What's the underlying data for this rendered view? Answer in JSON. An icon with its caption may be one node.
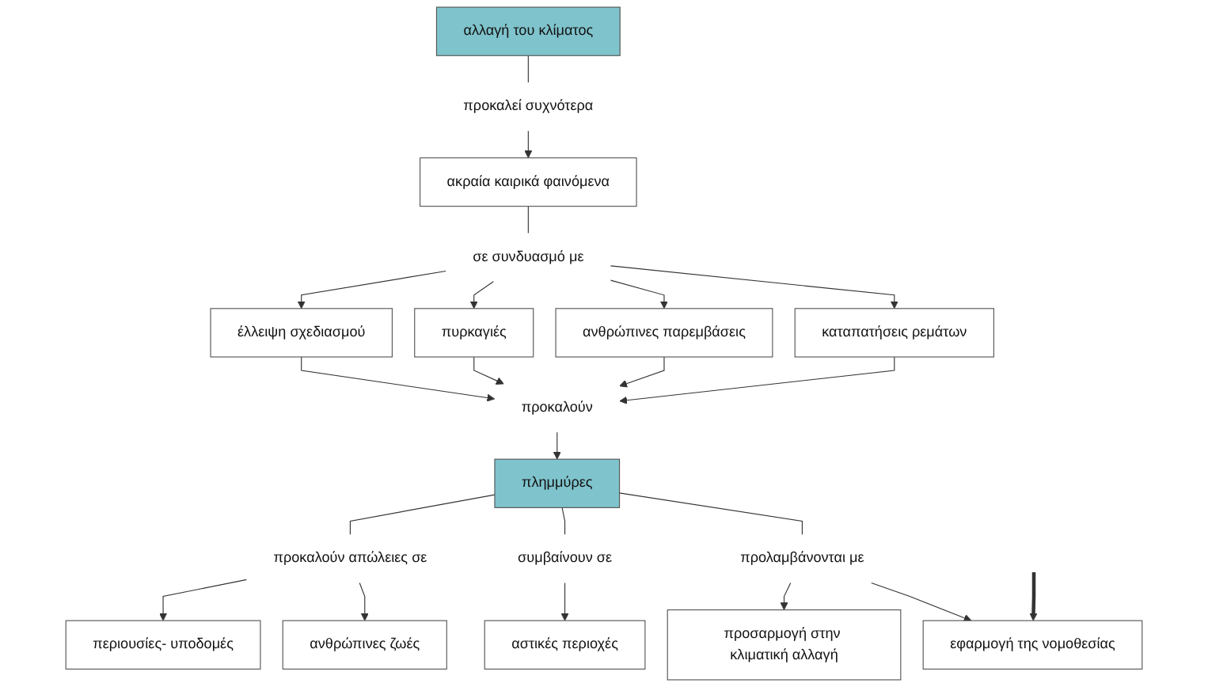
{
  "diagram": {
    "nodes": [
      {
        "text": [
          "αλλαγή του κλίματος"
        ]
      },
      {
        "text": [
          "προκαλεί συχνότερα"
        ]
      },
      {
        "text": [
          "προσαρμογή στην κλιματική αλλαγή"
        ]
      },
      {
        "text": [
          "ακραία καιρικά φαινόμενα"
        ]
      },
      {
        "text": [
          "σε συνδυασμό με"
        ]
      },
      {
        "text": [
          "καταπατήσεις ρεμάτων"
        ]
      },
      {
        "text": [
          "ανθρώπινες παρεμβάσεις"
        ]
      },
      {
        "text": [
          "πυρκαγιές"
        ]
      },
      {
        "text": [
          "έλλειψη σχεδιασμού"
        ]
      },
      {
        "text": [
          "εφαρμογή της νομοθεσίας"
        ]
      },
      {
        "text": [
          "προκαλούν"
        ]
      },
      {
        "text": [
          "προλαμβάνονται με"
        ]
      },
      {
        "text": [
          "πλημμύρες"
        ]
      },
      {
        "text": [
          "συμβαίνουν σε"
        ]
      },
      {
        "text": [
          "αστικές περιοχές"
        ]
      },
      {
        "text": [
          "προκαλούν απώλειες σε"
        ]
      },
      {
        "text": [
          "ανθρώπινες ζωές"
        ]
      },
      {
        "text": [
          "περιουσίες- υποδομές"
        ]
      }
    ],
    "edges": [
      {
        "from": 0,
        "to": 1,
        "arrow": "none"
      },
      {
        "from": 1,
        "to": 3,
        "arrow": "to"
      },
      {
        "from": 3,
        "to": 4,
        "arrow": "none"
      },
      {
        "from": 4,
        "to": 5,
        "arrow": "to"
      },
      {
        "from": 4,
        "to": 6,
        "arrow": "to"
      },
      {
        "from": 4,
        "to": 7,
        "arrow": "to"
      },
      {
        "from": 4,
        "to": 8,
        "arrow": "to"
      },
      {
        "from": 5,
        "to": 10,
        "arrow": "to"
      },
      {
        "from": 6,
        "to": 10,
        "arrow": "to"
      },
      {
        "from": 7,
        "to": 10,
        "arrow": "to"
      },
      {
        "from": 8,
        "to": 10,
        "arrow": "to"
      },
      {
        "from": 10,
        "to": 12,
        "arrow": "to"
      },
      {
        "from": 12,
        "to": 11,
        "arrow": "none"
      },
      {
        "from": 11,
        "to": 9,
        "arrow": "to"
      },
      {
        "from": 11,
        "to": 2,
        "arrow": "to"
      },
      {
        "from": 12,
        "to": 13,
        "arrow": "none"
      },
      {
        "from": 13,
        "to": 14,
        "arrow": "to"
      },
      {
        "from": 12,
        "to": 15,
        "arrow": "none"
      },
      {
        "from": 15,
        "to": 16,
        "arrow": "to"
      },
      {
        "from": 15,
        "to": 17,
        "arrow": "to"
      },
      {
        "from": null,
        "to": 9,
        "arrow": "to",
        "style": "thick"
      }
    ]
  }
}
